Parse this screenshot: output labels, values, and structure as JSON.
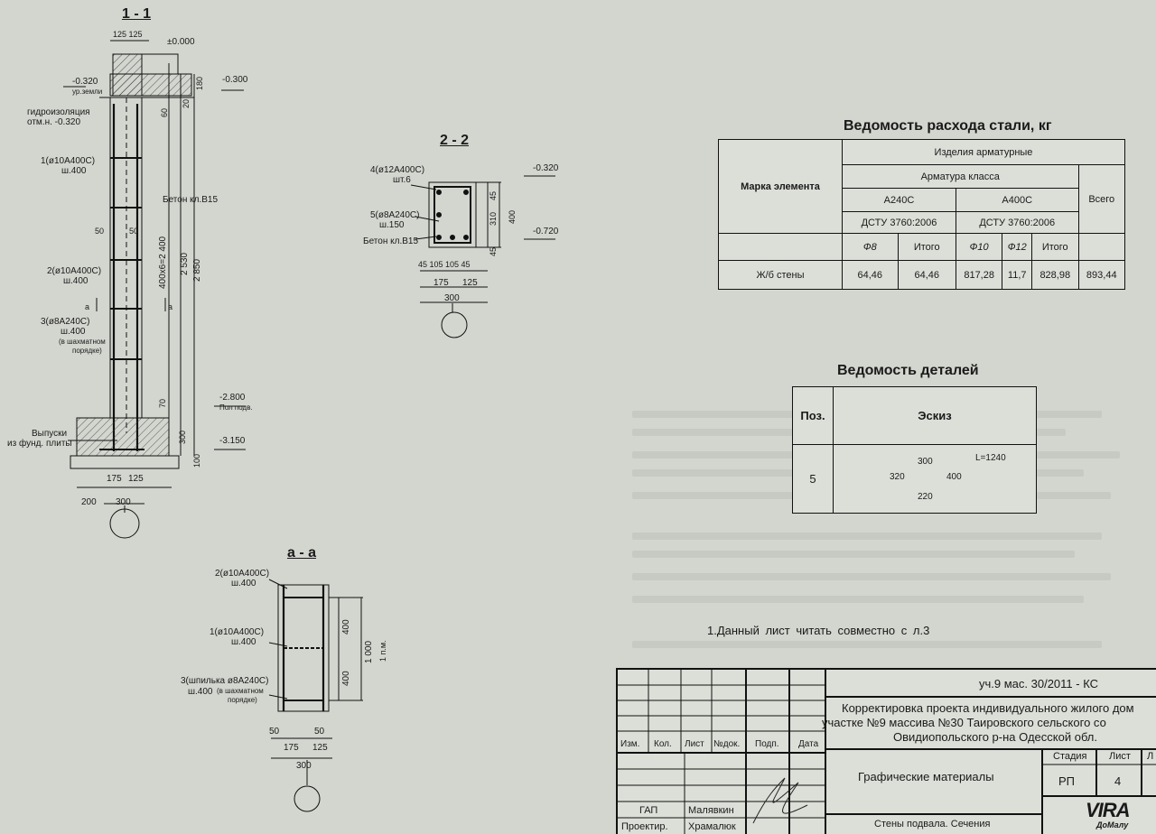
{
  "drawing_1_1": {
    "title": "1 - 1",
    "dim_top": "125 125",
    "level_zero": "±0.000",
    "level_m0300": "-0.300",
    "level_m0320": "-0.320",
    "ground_note": "ур.земли",
    "waterproofing_1": "гидроизоляция",
    "waterproofing_2": "отм.н. -0.320",
    "callout_1a": "1(ø10А400С)",
    "callout_1b": "ш.400",
    "concrete": "Бетон кл.В15",
    "callout_2a": "2(ø10А400С)",
    "callout_2b": "ш.400",
    "callout_3a": "3(ø8А240С)",
    "callout_3b": "ш.400",
    "callout_3c": "(в шахматном",
    "callout_3d": "порядке)",
    "dim_50a": "50",
    "dim_50b": "50",
    "dim_180": "180",
    "dim_60": "60",
    "dim_20": "20",
    "dim_400x6": "400x6=2 400",
    "dim_2530": "2 530",
    "dim_2850": "2 850",
    "dim_70": "70",
    "dim_300": "300",
    "dim_100": "100",
    "section_mark_a1": "a",
    "section_mark_a2": "a",
    "level_m2800": "-2.800",
    "floor_note": "Пол подв.",
    "level_m3150": "-3.150",
    "outlets_1": "Выпуски",
    "outlets_2": "из фунд. плиты",
    "dim_175": "175",
    "dim_125": "125",
    "dim_200": "200",
    "dim_300b": "300"
  },
  "drawing_2_2": {
    "title": "2 - 2",
    "callout_4a": "4(ø12А400С)",
    "callout_4b": "шт.6",
    "callout_5a": "5(ø8А240С)",
    "callout_5b": "ш.150",
    "concrete": "Бетон кл.В15",
    "level_m0320": "-0.320",
    "level_m0720": "-0.720",
    "dim_45a": "45",
    "dim_310": "310",
    "dim_45b": "45",
    "dim_400": "400",
    "dim_bottom": "45 105 105 45",
    "dim_175": "175",
    "dim_125": "125",
    "dim_300": "300"
  },
  "drawing_a_a": {
    "title": "а - а",
    "callout_2a": "2(ø10А400С)",
    "callout_2b": "ш.400",
    "callout_1a": "1(ø10А400С)",
    "callout_1b": "ш.400",
    "callout_3a": "3(шпилька ø8А240С)",
    "callout_3b": "ш.400",
    "callout_3c": "(в шахматном",
    "callout_3d": "порядке)",
    "dim_400a": "400",
    "dim_400b": "400",
    "dim_1000": "1 000",
    "dim_1pm": "1 п.м.",
    "dim_50a": "50",
    "dim_50b": "50",
    "dim_175": "175",
    "dim_125": "125",
    "dim_300": "300"
  },
  "steel_table": {
    "title": "Ведомость расхода стали, кг",
    "h_products": "Изделия арматурные",
    "h_class": "Арматура класса",
    "h_mark": "Марка элемента",
    "h_a240": "А240С",
    "h_a400": "А400С",
    "h_total": "Всего",
    "h_dstu1": "ДСТУ 3760:2006",
    "h_dstu2": "ДСТУ 3760:2006",
    "h_f8": "Ф8",
    "h_itogo1": "Итого",
    "h_f10": "Ф10",
    "h_f12": "Ф12",
    "h_itogo2": "Итого",
    "row_label": "Ж/б стены",
    "row_values": [
      "64,46",
      "64,46",
      "817,28",
      "11,7",
      "828,98",
      "893,44"
    ]
  },
  "details_table": {
    "title": "Ведомость деталей",
    "h_pos": "Поз.",
    "h_sketch": "Эскиз",
    "pos": "5",
    "dim_300": "300",
    "dim_320": "320",
    "dim_400": "400",
    "dim_220": "220",
    "length": "L=1240"
  },
  "note": "1.Данный лист читать совместно с л.3",
  "title_block": {
    "code": "уч.9 мас. 30/2011 - КС",
    "project_1": "Корректировка проекта индивидуального жилого дом",
    "project_2": "участке №9 массива №30 Таировского сельского со",
    "project_3": "Овидиопольского р-на Одесской обл.",
    "h_izm": "Изм.",
    "h_kol": "Кол.",
    "h_list": "Лист",
    "h_ndok": "№док.",
    "h_podp": "Подп.",
    "h_data": "Дата",
    "stage_h": "Стадия",
    "sheet_h": "Лист",
    "sheets_h": "Л",
    "section": "Графические материалы",
    "stage": "РП",
    "sheet": "4",
    "role_1": "ГАП",
    "name_1": "Малявкин",
    "role_2": "Проектир.",
    "name_2": "Храмалюк",
    "drawing_name": "Стены подвала. Сечения",
    "logo": "VIRA",
    "logo_sub": "ДоМалу"
  }
}
